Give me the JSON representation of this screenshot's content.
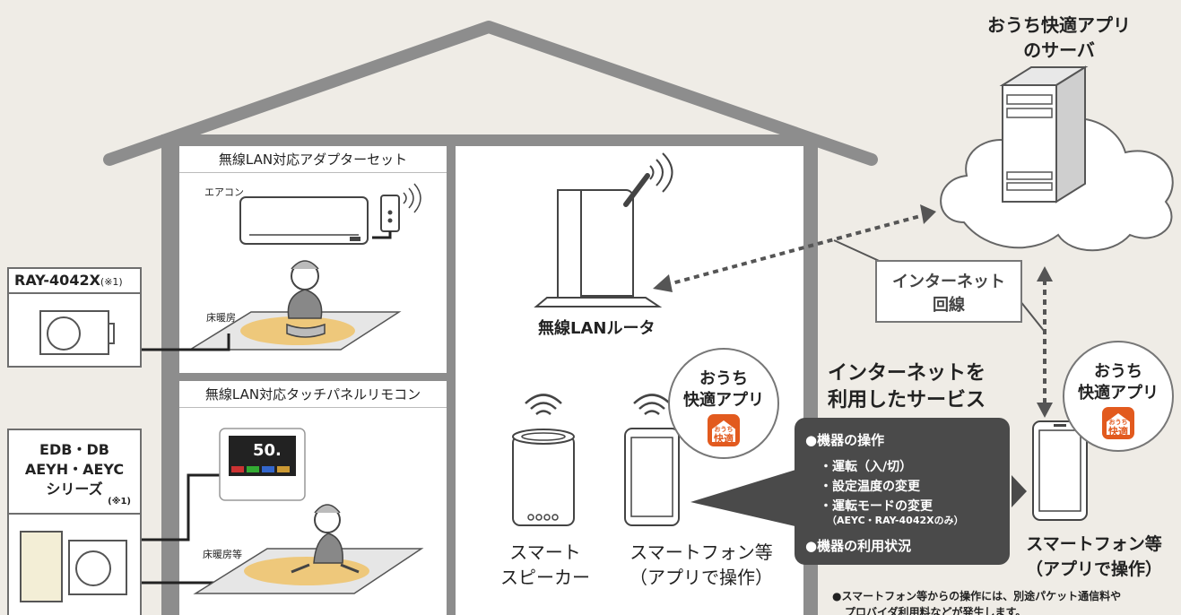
{
  "server": {
    "title_line1": "おうち快適アプリ",
    "title_line2": "のサーバ"
  },
  "panel_adapter": {
    "title": "無線LAN対応アダプターセット",
    "aircon_label": "エアコン",
    "floor_label": "床暖房"
  },
  "panel_remote": {
    "title": "無線LAN対応タッチパネルリモコン",
    "floor_label": "床暖房等",
    "display_value": "50."
  },
  "ray_box": {
    "title": "RAY-4042X",
    "note": "(※1)"
  },
  "edb_box": {
    "line1": "EDB・DB",
    "line2": "AEYH・AEYC",
    "line3": "シリーズ",
    "note": "(※1)"
  },
  "router": {
    "label": "無線LANルータ"
  },
  "internet_line": {
    "line1": "インターネット",
    "line2": "回線"
  },
  "speaker": {
    "line1": "スマート",
    "line2": "スピーカー"
  },
  "phone_inside": {
    "line1": "スマートフォン等",
    "line2": "（アプリで操作）"
  },
  "app_badge_left": {
    "line1": "おうち",
    "line2": "快適アプリ"
  },
  "app_badge_right": {
    "line1": "おうち",
    "line2": "快適アプリ"
  },
  "app_icon": {
    "small": "おうち",
    "big": "快適"
  },
  "service_heading": {
    "line1": "インターネットを",
    "line2": "利用したサービス"
  },
  "services": {
    "op_heading": "●機器の操作",
    "op_items": [
      "・運転（入/切）",
      "・設定温度の変更",
      "・運転モードの変更"
    ],
    "op_note": "（AEYC・RAY-4042Xのみ）",
    "usage_heading": "●機器の利用状況"
  },
  "phone_outside": {
    "line1": "スマートフォン等",
    "line2": "（アプリで操作）"
  },
  "footnote": {
    "line1": "●スマートフォン等からの操作には、別途パケット通信料や",
    "line2": "プロバイダ利用料などが発生します。"
  }
}
